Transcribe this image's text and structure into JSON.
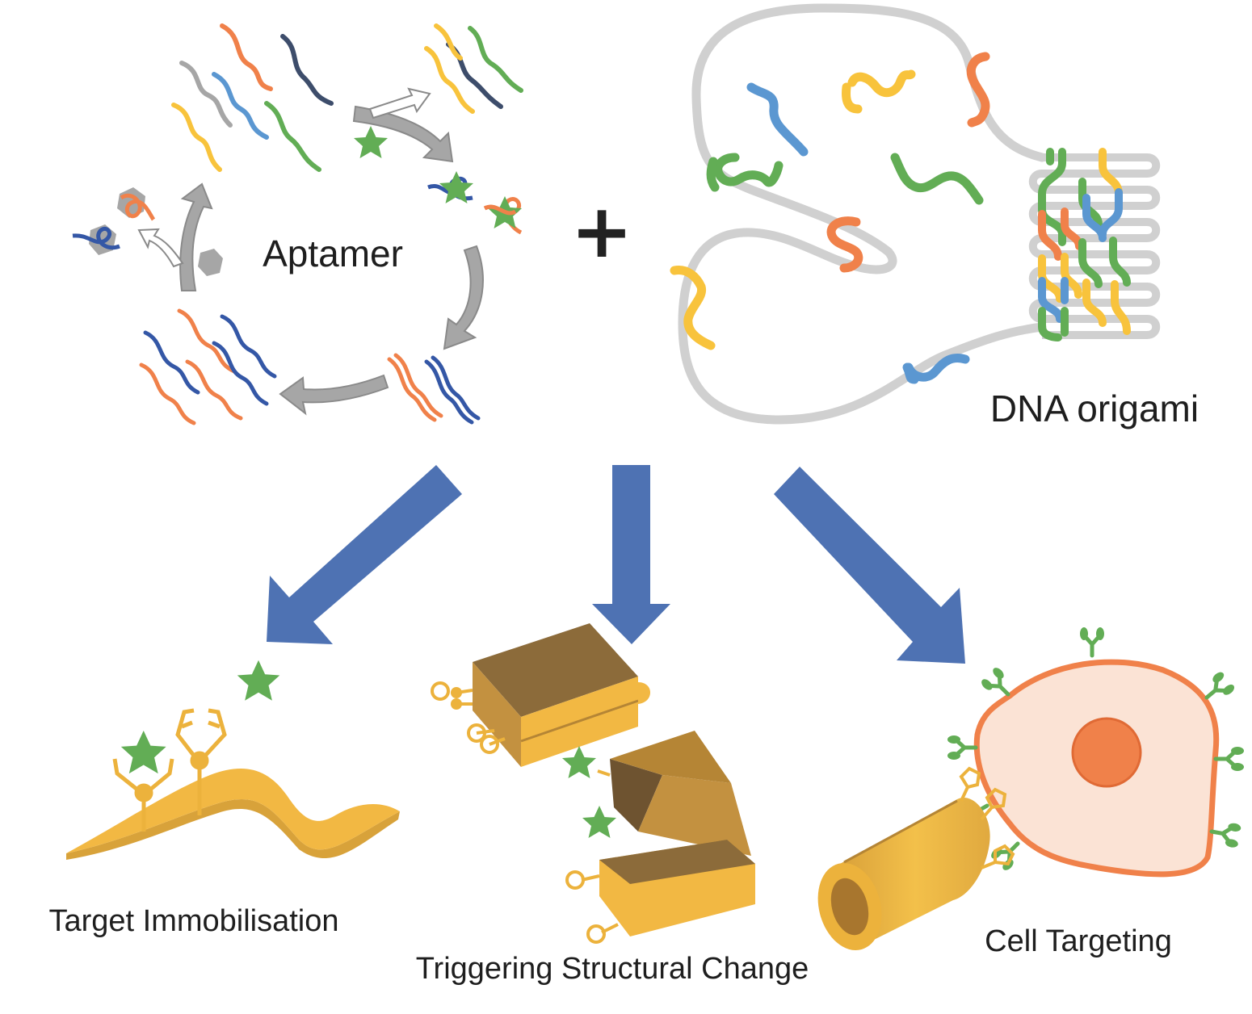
{
  "labels": {
    "aptamer": "Aptamer",
    "plus": "+",
    "dna_origami": "DNA origami",
    "target_immobilisation": "Target Immobilisation",
    "triggering_structural_change": "Triggering Structural Change",
    "cell_targeting": "Cell Targeting"
  },
  "colors": {
    "orange": "#f0814a",
    "blue": "#5b97d1",
    "navy": "#3d4d6b",
    "dark_blue": "#3457a6",
    "green": "#62ad55",
    "yellow": "#f8c33c",
    "gray": "#a6a6a6",
    "light_gray": "#d0d0d0",
    "arrow_blue": "#4e72b3",
    "gold": "#ecb23c",
    "gold_dark": "#8c6b3a",
    "cell_fill": "#fbe3d5",
    "cell_edge": "#f0814a"
  },
  "icons": {
    "target": "star-icon",
    "receptor": "y-receptor-icon"
  }
}
